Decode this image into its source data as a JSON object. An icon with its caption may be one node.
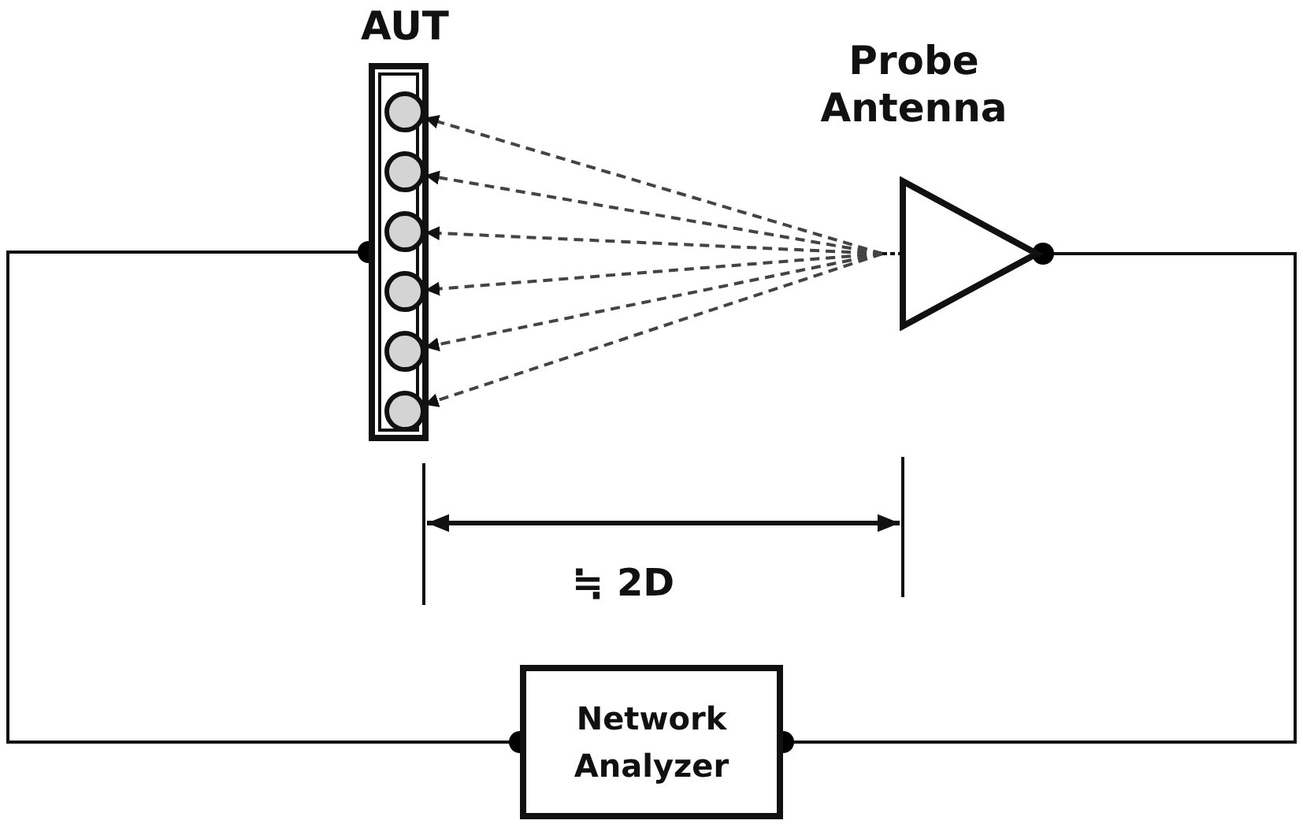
{
  "diagram": {
    "nodes": [
      {
        "text": [
          "AUT"
        ]
      },
      {
        "text": [],
        "shape": "circle",
        "in": 0
      },
      {
        "text": [],
        "shape": "circle",
        "in": 0
      },
      {
        "text": [],
        "shape": "circle",
        "in": 0
      },
      {
        "text": [],
        "shape": "circle",
        "in": 0
      },
      {
        "text": [],
        "shape": "circle",
        "in": 0
      },
      {
        "text": [],
        "shape": "circle",
        "in": 0
      },
      {
        "text": [
          "Probe Antenna"
        ]
      },
      {
        "text": [
          "Network Analyzer"
        ]
      }
    ],
    "edges": [
      {
        "from": 0,
        "to": 8,
        "arrow": "other"
      },
      {
        "from": 7,
        "to": 8,
        "arrow": "other"
      },
      {
        "from": 7,
        "to": 1,
        "arrow": "to",
        "style": "dashed"
      },
      {
        "from": 7,
        "to": 2,
        "arrow": "to",
        "style": "dashed"
      },
      {
        "from": 7,
        "to": 3,
        "arrow": "to",
        "style": "dashed"
      },
      {
        "from": 7,
        "to": 4,
        "arrow": "to",
        "style": "dashed"
      },
      {
        "from": 7,
        "to": 5,
        "arrow": "to",
        "style": "dashed"
      },
      {
        "from": 7,
        "to": 6,
        "arrow": "to",
        "style": "dashed"
      }
    ],
    "labels": [
      "≒ 2D"
    ]
  }
}
